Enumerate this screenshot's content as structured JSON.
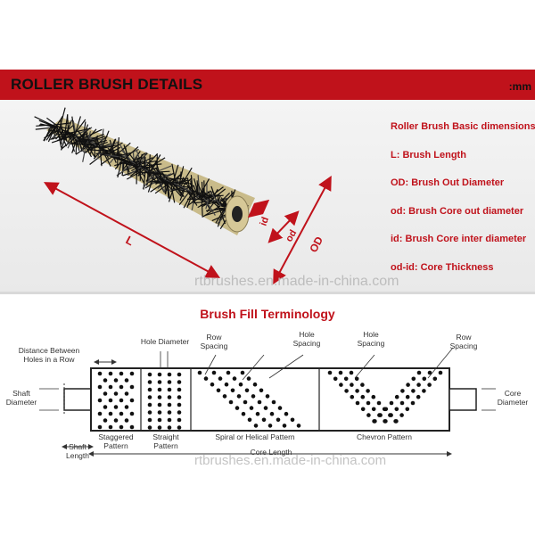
{
  "banner": {
    "title": "ROLLER BRUSH DETAILS",
    "unit": ":mm"
  },
  "dimensions": {
    "heading": "Roller Brush Basic dimensions:",
    "items": [
      "L: Brush Length",
      "OD: Brush Out Diameter",
      "od: Brush Core out diameter",
      "id: Brush Core inter diameter",
      "od-id: Core Thickness"
    ]
  },
  "top_labels": {
    "L": "L",
    "id": "id",
    "od": "od",
    "OD": "OD"
  },
  "watermark": "rtbrushes.en.made-in-china.com",
  "terminology": {
    "title": "Brush Fill Terminology",
    "distance_between_holes": "Distance Between\nHoles in a Row",
    "hole_diameter": "Hole Diameter",
    "row_spacing": "Row\nSpacing",
    "hole_spacing": "Hole\nSpacing",
    "shaft_diameter": "Shaft\nDiameter",
    "core_diameter": "Core\nDiameter",
    "staggered": "Staggered\nPattern",
    "straight": "Straight\nPattern",
    "spiral": "Spiral or Helical Pattern",
    "chevron": "Chevron Pattern",
    "shaft_length": "Shaft\nLength",
    "core_length": "Core Length"
  },
  "colors": {
    "accent": "#c0121b",
    "panel": "#eeeeee"
  }
}
